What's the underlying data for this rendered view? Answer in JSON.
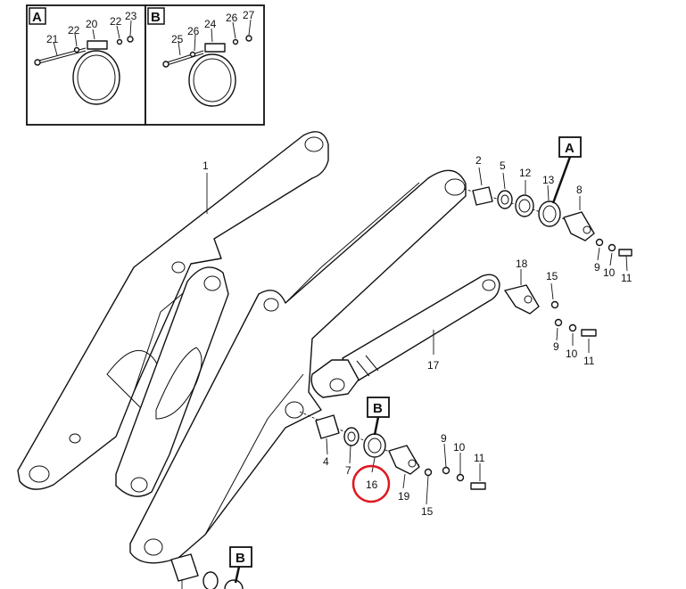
{
  "insets": [
    {
      "id": "A",
      "labels": [
        "21",
        "22",
        "20",
        "22",
        "23"
      ]
    },
    {
      "id": "B",
      "labels": [
        "25",
        "26",
        "24",
        "26",
        "27"
      ]
    }
  ],
  "callouts": {
    "box_A": "A",
    "box_B_mid": "B",
    "box_B_bottom": "B"
  },
  "part_numbers": {
    "p1": "1",
    "p2": "2",
    "p5": "5",
    "p12": "12",
    "p13": "13",
    "p8": "8",
    "p9a": "9",
    "p10a": "10",
    "p11a": "11",
    "p18": "18",
    "p15a": "15",
    "p9b": "9",
    "p10b": "10",
    "p11b": "11",
    "p17": "17",
    "p4": "4",
    "p7": "7",
    "p16": "16",
    "p19": "19",
    "p15b": "15",
    "p9c": "9",
    "p10c": "10",
    "p11c": "11"
  },
  "highlight": {
    "part": "16",
    "color": "#e0161e"
  }
}
